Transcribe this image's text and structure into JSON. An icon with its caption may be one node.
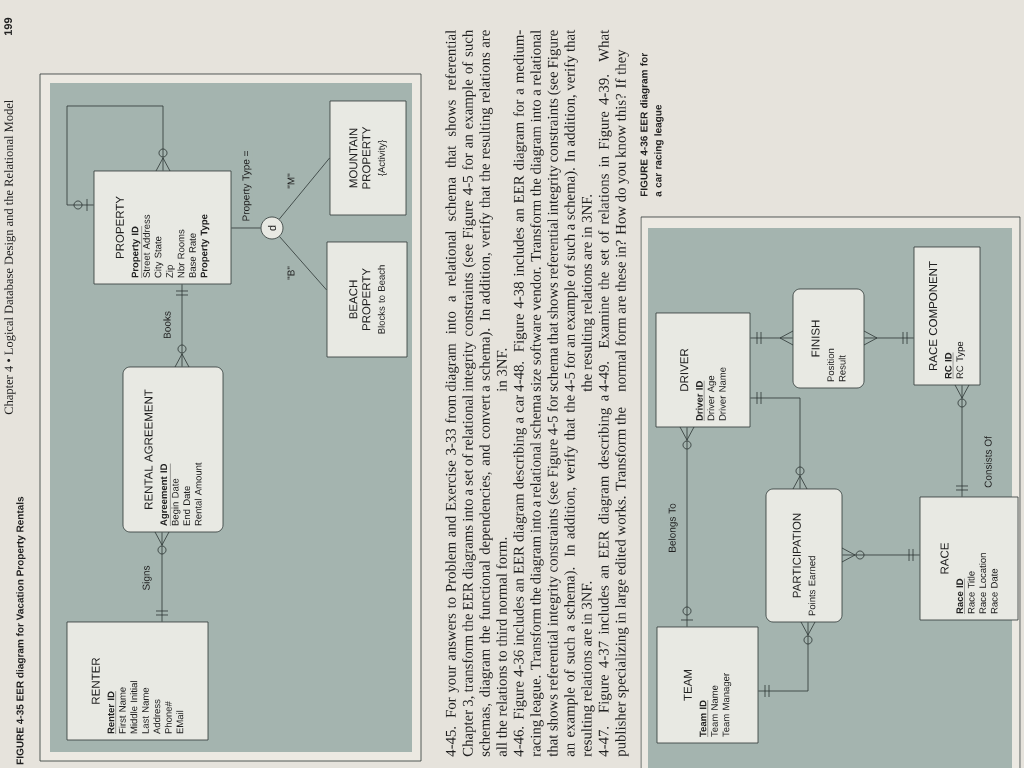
{
  "diagram": {
    "nodes": [
      {
        "text": [
          "RENTER",
          "Renter ID",
          "First Name",
          "Middle Initial",
          "Last Name",
          "Address",
          "Phone#",
          "EMail"
        ]
      },
      {
        "text": [
          "RENTAL AGREEMENT",
          "Agreement ID",
          "Begin Date",
          "End Date",
          "Rental Amount"
        ]
      },
      {
        "text": [
          "PROPERTY",
          "Property ID",
          "Street Address",
          "City State",
          "Zip",
          "Nbr Rooms",
          "Base Rate",
          "**Property Type**"
        ]
      },
      {
        "text": [
          "d"
        ]
      },
      {
        "text": [
          "BEACH PROPERTY",
          "Blocks to Beach"
        ]
      },
      {
        "text": [
          "MOUNTAIN PROPERTY",
          "{Activity}"
        ]
      },
      {
        "text": [
          "TEAM",
          "Team ID",
          "Team Name",
          "Team Manager"
        ]
      },
      {
        "text": [
          "DRIVER",
          "Driver ID",
          "Driver Age",
          "Driver Name"
        ]
      },
      {
        "text": [
          "PARTICIPATION",
          "Points Earned"
        ]
      },
      {
        "text": [
          "FINISH",
          "Position",
          "Result"
        ]
      },
      {
        "text": [
          "RACE",
          "Race ID",
          "Race Title",
          "Race Location",
          "Race Date"
        ]
      },
      {
        "text": [
          "RACE COMPONENT",
          "RC ID",
          "RC Type"
        ]
      }
    ],
    "edges": [
      {
        "from": 0,
        "to": 1,
        "arrow": "other",
        "label": "Signs"
      },
      {
        "from": 1,
        "to": 2,
        "arrow": "other",
        "label": "Books"
      },
      {
        "from": 2,
        "to": 2,
        "arrow": "other"
      },
      {
        "from": 2,
        "to": 3,
        "arrow": "none",
        "label": "Property Type ="
      },
      {
        "from": 3,
        "to": 4,
        "arrow": "none",
        "label": "\"B\""
      },
      {
        "from": 3,
        "to": 5,
        "arrow": "none",
        "label": "\"M\""
      },
      {
        "from": 6,
        "to": 7,
        "arrow": "other",
        "label": "Belongs To"
      },
      {
        "from": 6,
        "to": 8,
        "arrow": "other"
      },
      {
        "from": 7,
        "to": 8,
        "arrow": "other"
      },
      {
        "from": 7,
        "to": 9,
        "arrow": "other"
      },
      {
        "from": 9,
        "to": 11,
        "arrow": "other"
      },
      {
        "from": 8,
        "to": 10,
        "arrow": "other"
      },
      {
        "from": 10,
        "to": 11,
        "arrow": "other",
        "label": "Consists Of"
      }
    ],
    "labels": [
      "Chapter 4 • Logical Database Design and the Relational Model",
      "199",
      "FIGURE 4-35 EER diagram for Vacation Property Rentals",
      "4-45. For your answers to Problem and Exercise 3-33 from Chapter 3, transform the EER diagrams into a set of relational schemas, diagram the functional dependencies, and convert all the relations to third normal form.",
      "4-46. Figure 4-36 includes an EER diagram describing a car racing league. Transform the diagram into a relational schema that shows referential integrity constraints (see Figure 4-5 for an example of such a schema). In addition, verify that the resulting relations are in 3NF.",
      "4-47. Figure 4-37 includes an EER diagram describing a publisher specializing in large edited works. Transform the",
      "diagram into a relational schema that shows referential integrity constraints (see Figure 4-5 for an example of such a schema). In addition, verify that the resulting relations are in 3NF.",
      "4-48. Figure 4-38 includes an EER diagram for a medium-size software vendor. Transform the diagram into a relational schema that shows referential integrity constraints (see Figure 4-5 for an example of such a schema). In addition, verify that the resulting relations are in 3NF.",
      "4-49. Examine the set of relations in Figure 4-39. What normal form are these in? How do you know this? If they",
      "FIGURE 4-36 EER diagram for a car racing league"
    ]
  }
}
